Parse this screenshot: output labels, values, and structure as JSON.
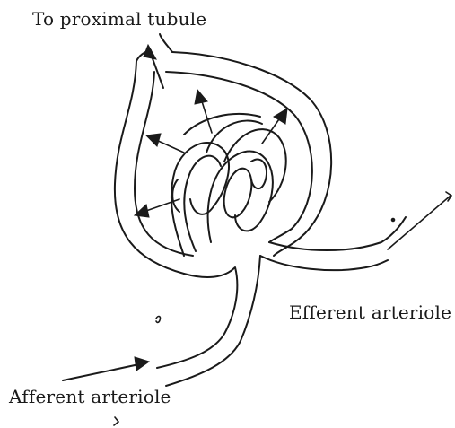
{
  "labels": {
    "proximal": "To proximal tubule",
    "efferent": "Efferent arteriole",
    "afferent": "Afferent arteriole"
  },
  "colors": {
    "ink": "#1a1a1a",
    "background": "#ffffff"
  }
}
